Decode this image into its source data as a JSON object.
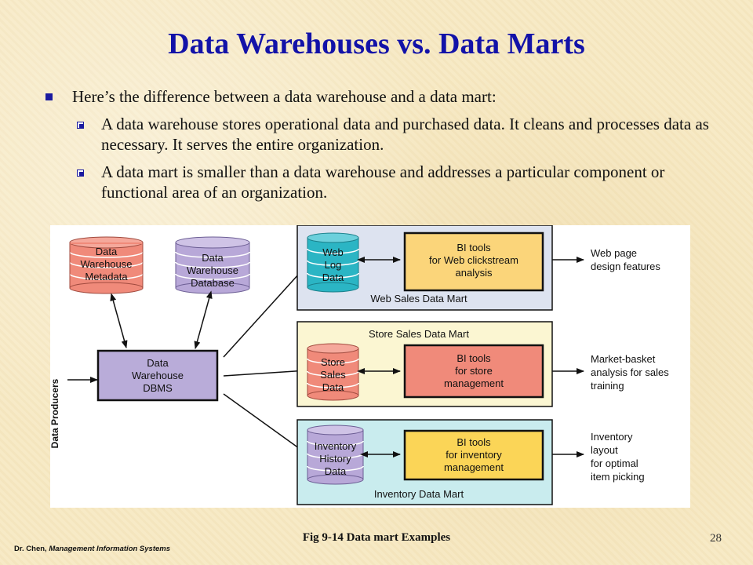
{
  "slide": {
    "title": "Data Warehouses vs. Data Marts",
    "bullet_main": "Here’s the difference between a data warehouse and a data mart:",
    "sub_bullets": [
      "A data warehouse stores operational data and purchased data. It cleans and processes data as necessary. It serves the entire organization.",
      "A data mart is smaller than a data warehouse and addresses a particular component or functional area of an organization."
    ],
    "caption": "Fig 9-14 Data mart Examples",
    "footer_author": "Dr. Chen,",
    "footer_course": "Management Information Systems",
    "page_number": "28"
  },
  "diagram": {
    "producers_label": "Data Producers",
    "metadata_db": [
      "Data",
      "Warehouse",
      "Metadata"
    ],
    "warehouse_db": [
      "Data",
      "Warehouse",
      "Database"
    ],
    "dbms": [
      "Data",
      "Warehouse",
      "DBMS"
    ],
    "marts": [
      {
        "name": "Web Sales Data Mart",
        "db": [
          "Web",
          "Log",
          "Data"
        ],
        "tool": [
          "BI tools",
          "for Web clickstream",
          "analysis"
        ],
        "output": [
          "Web page",
          "design features"
        ]
      },
      {
        "name": "Store Sales Data Mart",
        "db": [
          "Store",
          "Sales",
          "Data"
        ],
        "tool": [
          "BI tools",
          "for store",
          "management"
        ],
        "output": [
          "Market-basket",
          "analysis for sales",
          "training"
        ]
      },
      {
        "name": "Inventory Data Mart",
        "db": [
          "Inventory",
          "History",
          "Data"
        ],
        "tool": [
          "BI tools",
          "for inventory",
          "management"
        ],
        "output": [
          "Inventory",
          "layout",
          "for optimal",
          "item picking"
        ]
      }
    ],
    "colors": {
      "metadata_fill": "#f08a7a",
      "warehouse_db_fill": "#b8a8d8",
      "dbms_fill": "#b9acd9",
      "web_mart_bg": "#dde3f0",
      "store_mart_bg": "#fbf6d2",
      "inv_mart_bg": "#c9ecee",
      "web_db_fill": "#2bb5c4",
      "store_db_fill": "#f08a7a",
      "inv_db_fill": "#b8a8d8",
      "web_tool_fill": "#fbd57a",
      "store_tool_fill": "#f08a7a",
      "inv_tool_fill": "#fbd557"
    }
  }
}
